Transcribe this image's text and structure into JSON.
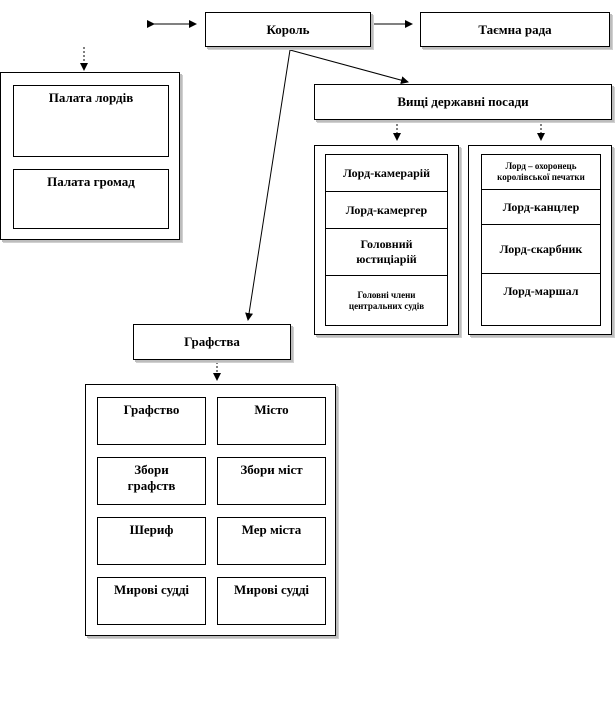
{
  "nodes": {
    "king": "Король",
    "secret_council": "Таємна рада",
    "high_offices": "Вищі державні посади",
    "house_of_lords": "Палата лордів",
    "house_of_commons": "Палата громад",
    "counties": "Графства"
  },
  "offices_left": [
    "Лорд-камерарій",
    "Лорд-камергер",
    "Головний юстиціарій",
    "Головні члени центральних судів"
  ],
  "offices_right": [
    "Лорд – охоронець королівської печатки",
    "Лорд-канцлер",
    "Лорд-скарбник",
    "Лорд-маршал"
  ],
  "county_grid": {
    "left": [
      "Графство",
      "Збори графств",
      "Шериф",
      "Мирові судді"
    ],
    "right": [
      "Місто",
      "Збори міст",
      "Мер міста",
      "Мирові судді"
    ]
  }
}
